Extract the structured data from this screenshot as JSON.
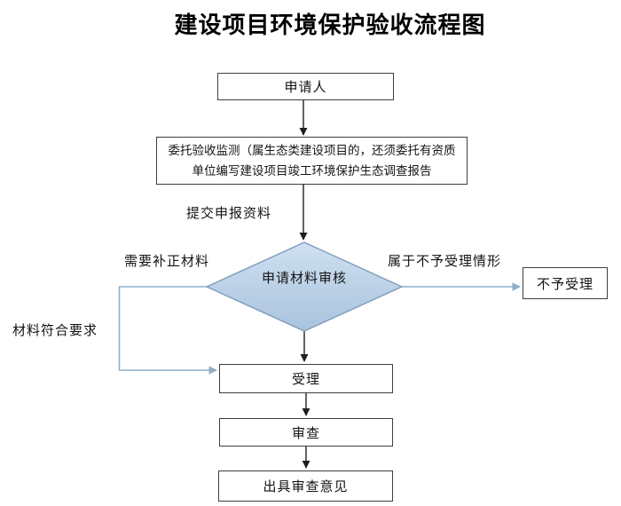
{
  "title": "建设项目环境保护验收流程图",
  "colors": {
    "connector_black": "#1f1f1f",
    "connector_blue": "#8fafc8",
    "box_border": "#3f3f3f",
    "diamond_border": "#7e9cba",
    "diamond_fill_top": "#cfe0f1",
    "diamond_fill_bottom": "#aac3dd",
    "text_color": "#141414"
  },
  "nodes": {
    "applicant": {
      "label": "申请人"
    },
    "entrust": {
      "line1": "委托验收监测（属生态类建设项目的，还须委托有资质",
      "line2": "单位编写建设项目竣工环境保护生态调查报告"
    },
    "review": {
      "label": "申请材料审核"
    },
    "reject": {
      "label": "不予受理"
    },
    "accept": {
      "label": "受理"
    },
    "examine": {
      "label": "审查"
    },
    "opinion": {
      "label": "出具审查意见"
    }
  },
  "edge_labels": {
    "submit": "提交申报资料",
    "need_correction": "需要补正材料",
    "not_accept_case": "属于不予受理情形",
    "materials_ok": "材料符合要求"
  },
  "flow": [
    "申请人 → 委托验收监测…（提交申报资料）→ 申请材料审核",
    "申请材料审核 →（属于不予受理情形）→ 不予受理",
    "申请材料审核 →（需要补正材料 / 材料符合要求）→ 受理",
    "受理 → 审查 → 出具审查意见"
  ]
}
